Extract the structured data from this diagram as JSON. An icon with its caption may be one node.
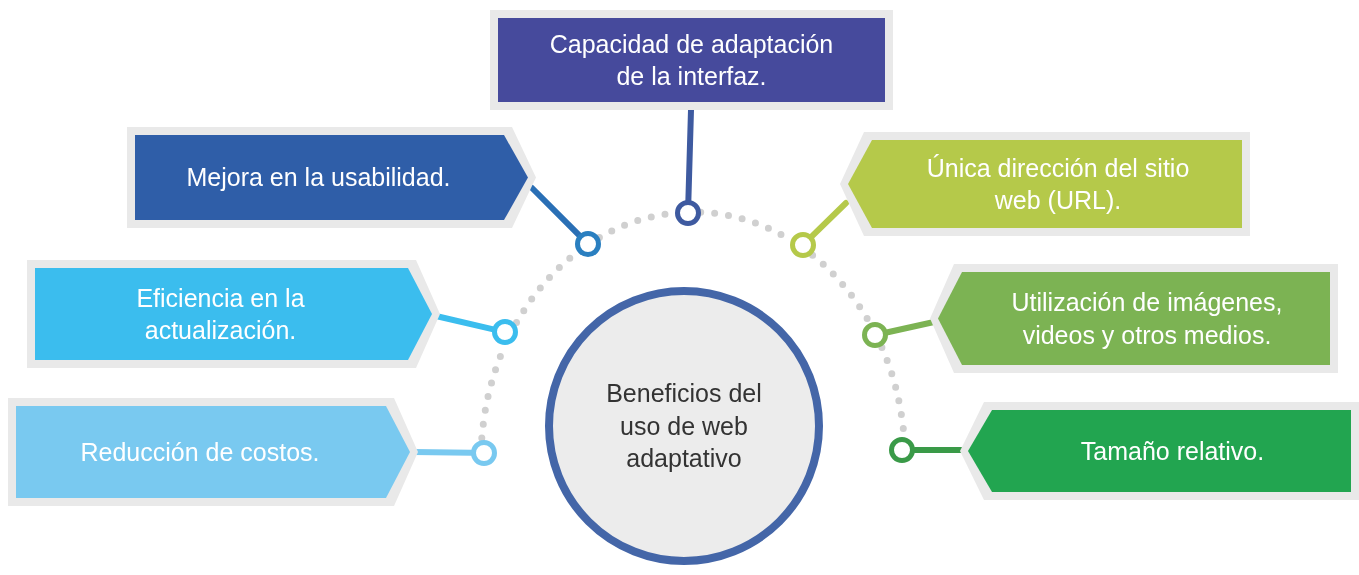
{
  "diagram": {
    "nodes": [
      {
        "text": [
          "Capacidad de adaptación de la interfaz."
        ]
      },
      {
        "text": [
          "Mejora en la usabilidad."
        ]
      },
      {
        "text": [
          "Única dirección del sitio web (URL)."
        ]
      },
      {
        "text": [
          "Eficiencia en la actualización."
        ]
      },
      {
        "text": [
          "Utilización de imágenes, videos y otros medios."
        ]
      },
      {
        "text": [
          "Reducción de costos."
        ]
      },
      {
        "text": [
          "Tamaño relativo."
        ]
      },
      {
        "text": [
          "Beneficios del uso de web adaptativo"
        ]
      },
      {
        "text": [],
        "shape": "circle"
      },
      {
        "text": [],
        "shape": "circle"
      },
      {
        "text": [],
        "shape": "circle"
      },
      {
        "text": [],
        "shape": "circle"
      },
      {
        "text": [],
        "shape": "circle"
      },
      {
        "text": [],
        "shape": "circle"
      },
      {
        "text": [],
        "shape": "circle"
      }
    ],
    "edges": [
      {
        "from": 0,
        "to": 11,
        "arrow": "none",
        "color": "#3e5aa0"
      },
      {
        "from": 1,
        "to": 10,
        "arrow": "none",
        "color": "#2a6fb5"
      },
      {
        "from": 2,
        "to": 12,
        "arrow": "none",
        "color": "#b5c94a"
      },
      {
        "from": 3,
        "to": 9,
        "arrow": "none",
        "color": "#3bbdee"
      },
      {
        "from": 4,
        "to": 13,
        "arrow": "none",
        "color": "#7cb353"
      },
      {
        "from": 5,
        "to": 8,
        "arrow": "none",
        "color": "#79c9f0"
      },
      {
        "from": 6,
        "to": 14,
        "arrow": "none",
        "color": "#3a9a48"
      },
      {
        "from": 8,
        "to": 9,
        "arrow": "none",
        "style": "dashed",
        "color": "#d0d0d0"
      },
      {
        "from": 9,
        "to": 10,
        "arrow": "none",
        "style": "dashed",
        "color": "#d0d0d0"
      },
      {
        "from": 10,
        "to": 11,
        "arrow": "none",
        "style": "dashed",
        "color": "#d0d0d0"
      },
      {
        "from": 11,
        "to": 12,
        "arrow": "none",
        "style": "dashed",
        "color": "#d0d0d0"
      },
      {
        "from": 12,
        "to": 13,
        "arrow": "none",
        "style": "dashed",
        "color": "#d0d0d0"
      },
      {
        "from": 13,
        "to": 14,
        "arrow": "none",
        "style": "dashed",
        "color": "#d0d0d0"
      }
    ]
  }
}
